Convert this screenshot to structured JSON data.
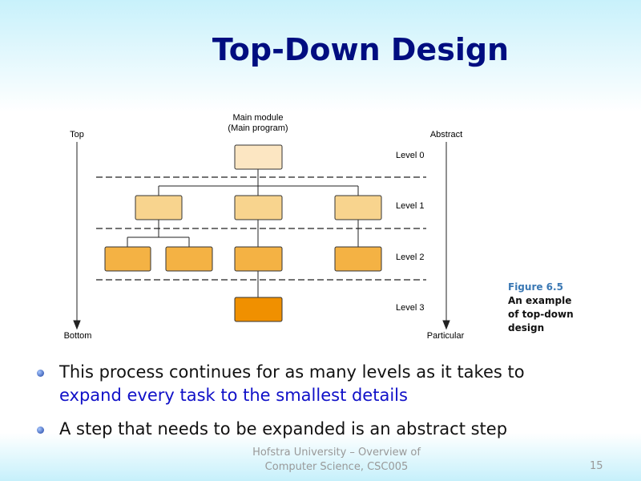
{
  "slide": {
    "title": "Top-Down Design",
    "bullets": [
      {
        "text": "This process continues for as many levels as it takes to ",
        "highlight": "expand every task to the smallest details"
      },
      {
        "text": "A step that needs to be expanded is an abstract step"
      }
    ],
    "footer_line1": "Hofstra University – Overview of",
    "footer_line2": "Computer Science, CSC005",
    "page_number": "15"
  },
  "diagram": {
    "main_module_line1": "Main module",
    "main_module_line2": "(Main program)",
    "left_top": "Top",
    "left_bottom": "Bottom",
    "right_top": "Abstract",
    "right_bottom": "Particular",
    "levels": [
      "Level 0",
      "Level 1",
      "Level 2",
      "Level 3"
    ],
    "colors": {
      "level0": "#fce6c2",
      "level1": "#f8d48e",
      "level2": "#f4b244",
      "level3": "#f09000"
    },
    "caption_figure": "Figure 6.5",
    "caption_line1": "An example",
    "caption_line2": "of top-down",
    "caption_line3": "design"
  }
}
